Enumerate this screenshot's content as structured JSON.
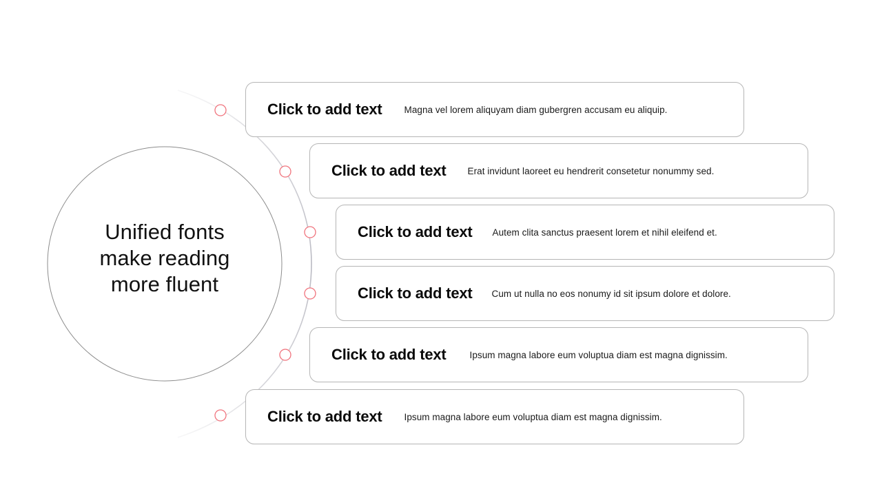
{
  "slide": {
    "background_color": "#ffffff",
    "circle": {
      "text_lines": [
        "Unified fonts",
        "make reading",
        "more fluent"
      ],
      "stroke_color": "#8c8c8c"
    },
    "arc": {
      "stroke_color": "#c9c9cf",
      "marker_color": "#f0737d",
      "marker_fill": "#ffffff"
    }
  },
  "rows": [
    {
      "title": "Click to add text",
      "description": "Magna vel lorem aliquyam diam gubergren accusam eu aliquip."
    },
    {
      "title": "Click to add text",
      "description": "Erat invidunt laoreet eu hendrerit consetetur nonummy sed."
    },
    {
      "title": "Click to add text",
      "description": "Autem clita sanctus praesent lorem et nihil eleifend et."
    },
    {
      "title": "Click to add text",
      "description": "Cum ut nulla no eos nonumy id sit ipsum dolore et dolore."
    },
    {
      "title": "Click to add text",
      "description": "Ipsum magna labore eum voluptua diam est magna dignissim."
    },
    {
      "title": "Click to add text",
      "description": "Ipsum magna labore eum voluptua diam est magna dignissim."
    }
  ]
}
